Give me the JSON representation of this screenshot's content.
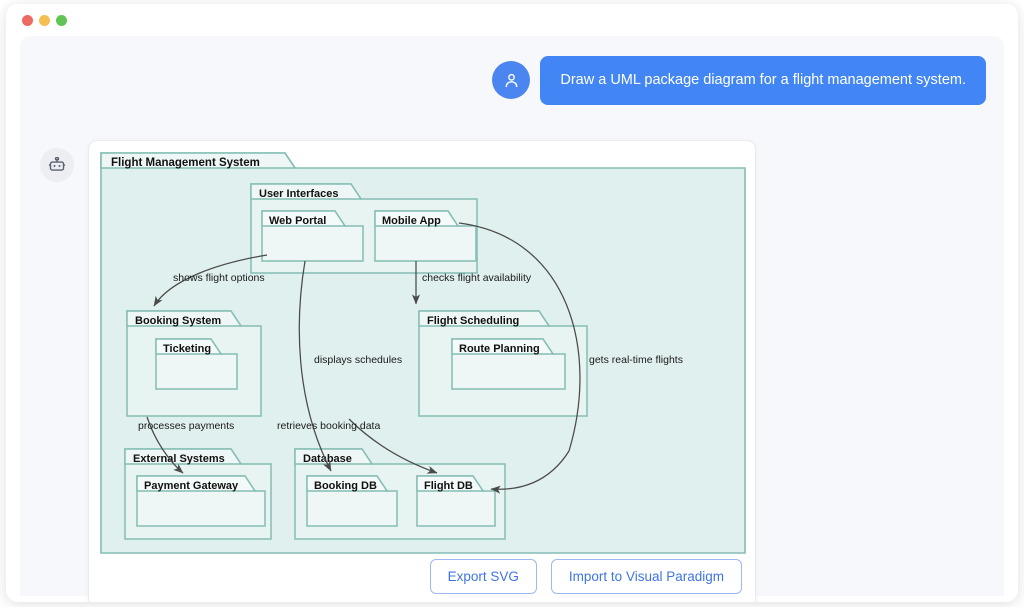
{
  "window": {
    "traffic_lights": [
      "close",
      "minimize",
      "maximize"
    ]
  },
  "conversation": {
    "user_message": "Draw a UML package diagram for a flight management system.",
    "user_avatar_icon": "person-icon",
    "assistant_avatar_icon": "robot-icon"
  },
  "panel": {
    "buttons": {
      "export_svg": "Export SVG",
      "import_vp": "Import to Visual Paradigm"
    }
  },
  "diagram": {
    "type": "uml-package-diagram",
    "root_package": "Flight Management System",
    "colors": {
      "canvas_fill": "#e0f0ee",
      "package_stroke": "#84bdb4",
      "package_fill": "#eef7f6",
      "inner_fill": "#e8f4f2",
      "arrow_stroke": "#4a4a4a",
      "label_text": "#1a1a1a",
      "accent": "#4285f4"
    },
    "packages": [
      {
        "id": "fms",
        "name": "Flight Management System",
        "parent": null
      },
      {
        "id": "ui",
        "name": "User Interfaces",
        "parent": "fms"
      },
      {
        "id": "web",
        "name": "Web Portal",
        "parent": "ui"
      },
      {
        "id": "mob",
        "name": "Mobile App",
        "parent": "ui"
      },
      {
        "id": "book",
        "name": "Booking System",
        "parent": "fms"
      },
      {
        "id": "tick",
        "name": "Ticketing",
        "parent": "book"
      },
      {
        "id": "sched",
        "name": "Flight Scheduling",
        "parent": "fms"
      },
      {
        "id": "route",
        "name": "Route Planning",
        "parent": "sched"
      },
      {
        "id": "ext",
        "name": "External Systems",
        "parent": "fms"
      },
      {
        "id": "pay",
        "name": "Payment Gateway",
        "parent": "ext"
      },
      {
        "id": "db",
        "name": "Database",
        "parent": "fms"
      },
      {
        "id": "bdb",
        "name": "Booking DB",
        "parent": "db"
      },
      {
        "id": "fdb",
        "name": "Flight DB",
        "parent": "db"
      }
    ],
    "dependencies": [
      {
        "from": "web",
        "to": "book",
        "label": "shows flight options"
      },
      {
        "from": "mob",
        "to": "sched",
        "label": "checks flight availability"
      },
      {
        "from": "web",
        "to": "bdb",
        "label": "displays schedules"
      },
      {
        "from": "book",
        "to": "pay",
        "label": "processes payments"
      },
      {
        "from": "mob",
        "to": "fdb",
        "label": "retrieves booking data"
      },
      {
        "from": "mob",
        "to": "fdb",
        "label": "gets real-time flights"
      }
    ],
    "labels": {
      "shows_flight_options": "shows flight options",
      "checks_flight_availability": "checks flight availability",
      "displays_schedules": "displays schedules",
      "processes_payments": "processes payments",
      "retrieves_booking_data": "retrieves booking data",
      "gets_real_time_flights": "gets real-time flights"
    }
  }
}
